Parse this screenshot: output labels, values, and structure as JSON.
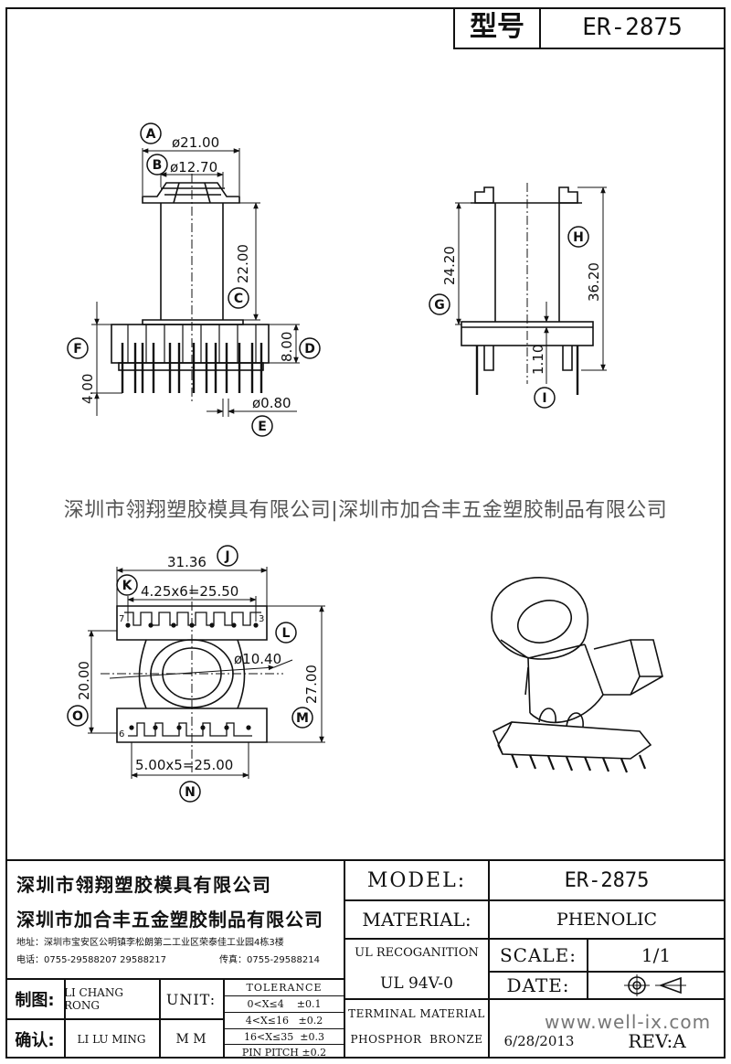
{
  "header": {
    "model_label": "型号",
    "model_value": "ER-2875"
  },
  "labels": {
    "A": "A",
    "B": "B",
    "C": "C",
    "D": "D",
    "E": "E",
    "F": "F",
    "G": "G",
    "H": "H",
    "I": "I",
    "J": "J",
    "K": "K",
    "L": "L",
    "M": "M",
    "N": "N",
    "O": "O"
  },
  "dims": {
    "a": "ø21.00",
    "b": "ø12.70",
    "c": "22.00",
    "d": "8.00",
    "e": "ø0.80",
    "f": "4.00",
    "g": "24.20",
    "h": "36.20",
    "i": "1.10",
    "j": "31.36",
    "k": "4.25x6=25.50",
    "l": "ø10.40",
    "m": "27.00",
    "n": "5.00x5=25.00",
    "o": "20.00",
    "pin_top_left": "7",
    "pin_top_right": "3",
    "pin_bottom_left": "6"
  },
  "watermark": "深圳市翎翔塑胶模具有限公司|深圳市加合丰五金塑胶制品有限公司",
  "title_block": {
    "company1": "深圳市翎翔塑胶模具有限公司",
    "company2": "深圳市加合丰五金塑胶制品有限公司",
    "address": "地址：深圳市宝安区公明镇李松朗第二工业区荣泰佳工业园4栋3楼",
    "phone": "电话：0755-29588207  29588217",
    "fax": "传真：0755-29588214",
    "model_label": "MODEL:",
    "model_value": "ER-2875",
    "material_label": "MATERIAL:",
    "material_value": "PHENOLIC",
    "ul_label": "UL RECOGANITION",
    "ul_value": "UL 94V-0",
    "scale_label": "SCALE:",
    "scale_value": "1/1",
    "date_label": "DATE:",
    "date_value": "6/28/2013",
    "rev_label": "REV:A",
    "terminal_label": "TERMINAL MATERIAL",
    "terminal_value": "PHOSPHOR  BRONZE",
    "drawn_label": "制图:",
    "drawn_value": "LI CHANG RONG",
    "checked_label": "确认:",
    "checked_value": "LI LU MING",
    "unit_label": "UNIT:",
    "unit_value": "M M",
    "tolerance_title": "TOLERANCE",
    "tol1": "0<X≤4    ±0.1",
    "tol2": "4<X≤16   ±0.2",
    "tol3": "16<X≤35  ±0.3",
    "tol4": "PIN PITCH ±0.2",
    "site": "www.well-ix.com"
  }
}
